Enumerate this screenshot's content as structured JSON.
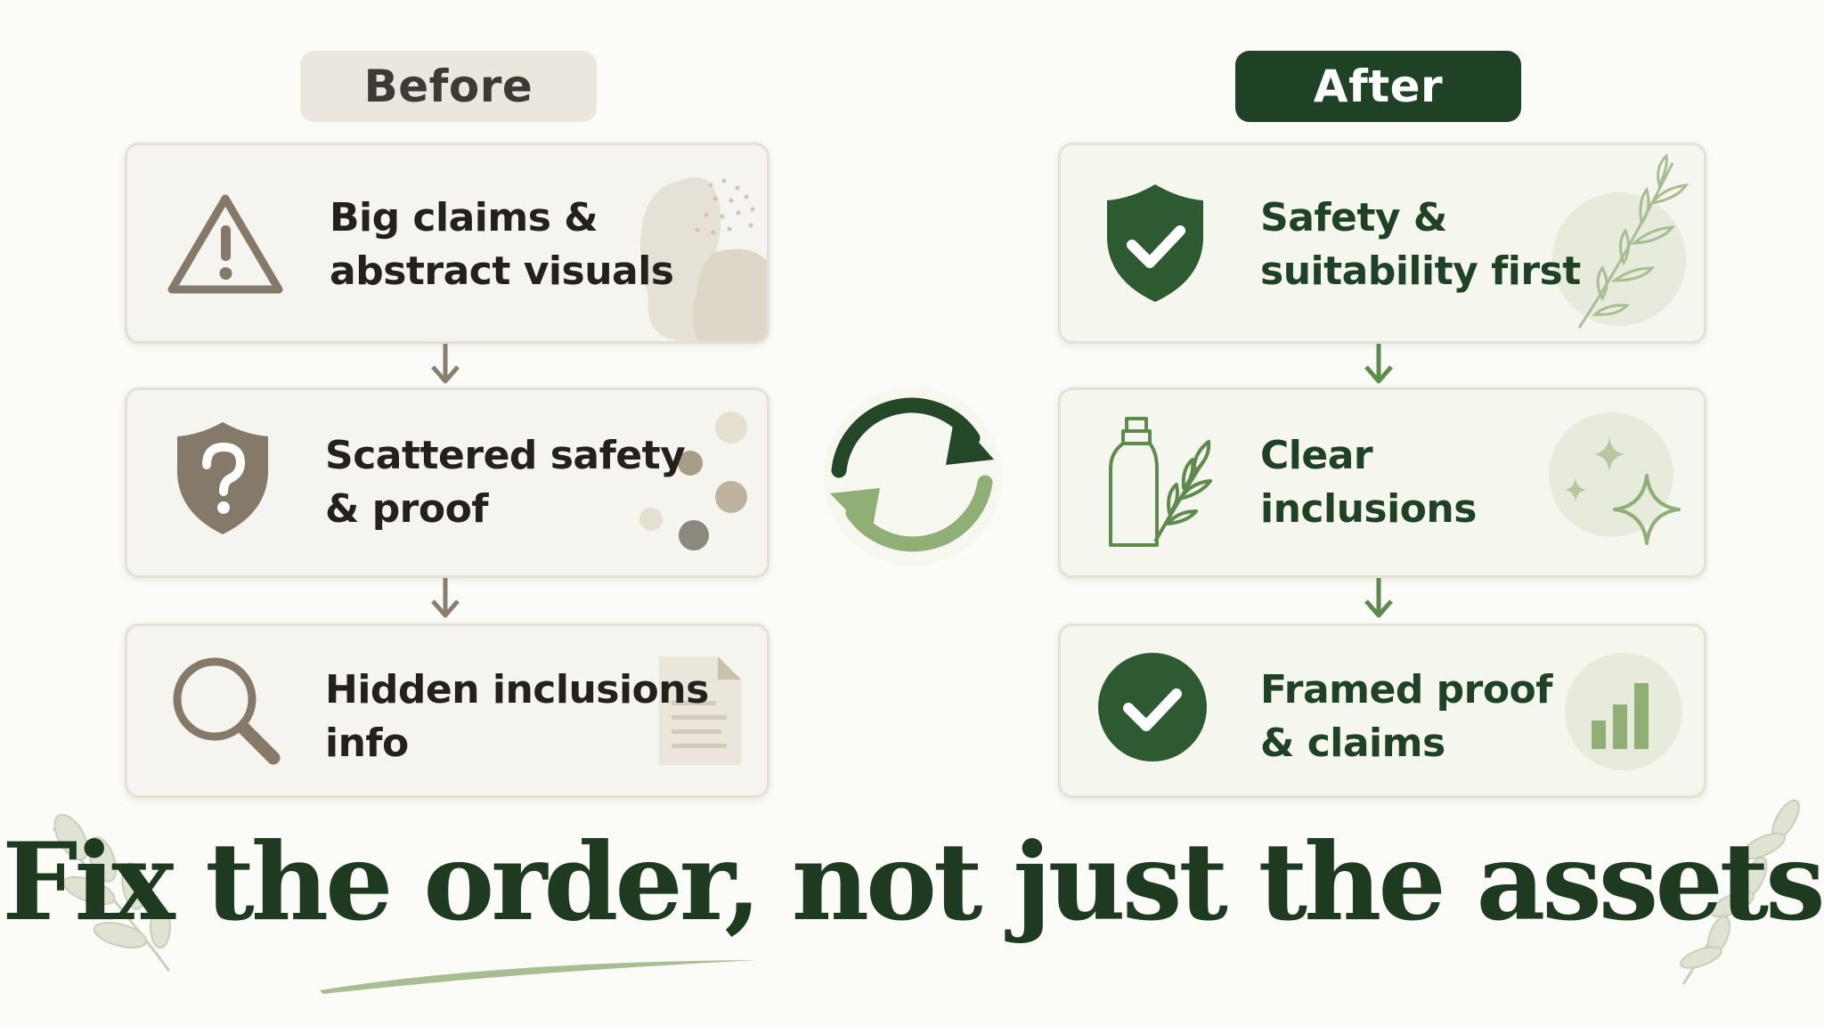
{
  "before": {
    "label": "Before",
    "steps": [
      {
        "line1": "Big claims &",
        "line2": "abstract visuals"
      },
      {
        "line1": "Scattered safety",
        "line2": "& proof"
      },
      {
        "line1": "Hidden inclusions",
        "line2": "info"
      }
    ]
  },
  "after": {
    "label": "After",
    "steps": [
      {
        "line1": "Safety &",
        "line2": "suitability first"
      },
      {
        "line1": "Clear",
        "line2": "inclusions"
      },
      {
        "line1": "Framed proof",
        "line2": "& claims"
      }
    ]
  },
  "headline": "Fix the order, not just the assets",
  "icons": {
    "before_1": "warning-triangle-icon",
    "before_2": "question-shield-icon",
    "before_3": "magnifier-icon",
    "after_1": "check-shield-icon",
    "after_2": "bottle-leaf-icon",
    "after_3": "check-circle-icon",
    "center": "cycle-arrows-icon"
  },
  "colors": {
    "before_accent": "#8a7f6e",
    "after_accent": "#2d5a30",
    "after_light": "#8fae76",
    "headline": "#1e3b22"
  }
}
